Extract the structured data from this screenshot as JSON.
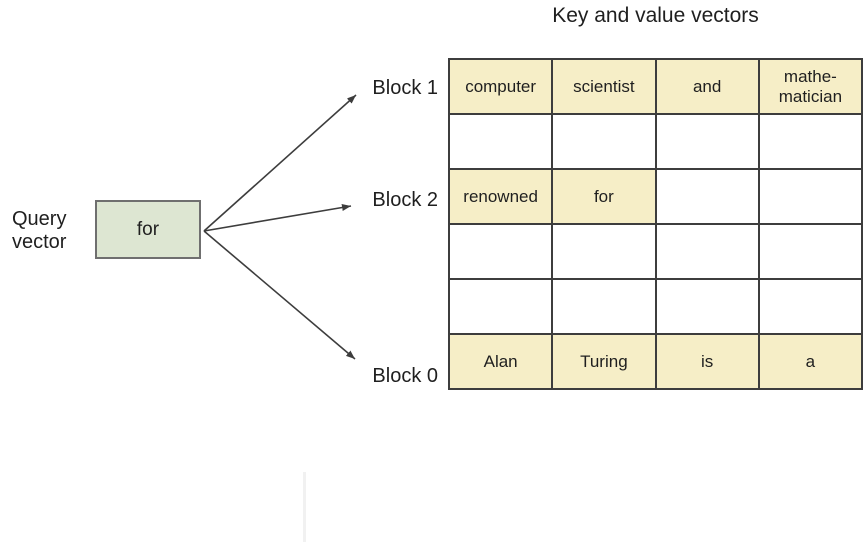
{
  "title": "Key and value vectors",
  "query": {
    "label": "Query vector",
    "value": "for"
  },
  "block_labels": [
    {
      "label": "Block 1"
    },
    {
      "label": "Block 2"
    },
    {
      "label": "Block 0"
    }
  ],
  "table": {
    "rows": [
      {
        "cells": [
          "computer",
          "scientist",
          "and",
          "mathe-matician"
        ],
        "highlight_cols": [
          0,
          1,
          2,
          3
        ]
      },
      {
        "cells": [
          "",
          "",
          "",
          ""
        ],
        "highlight_cols": []
      },
      {
        "cells": [
          "renowned",
          "for",
          "",
          ""
        ],
        "highlight_cols": [
          0,
          1
        ]
      },
      {
        "cells": [
          "",
          "",
          "",
          ""
        ],
        "highlight_cols": []
      },
      {
        "cells": [
          "",
          "",
          "",
          ""
        ],
        "highlight_cols": []
      },
      {
        "cells": [
          "Alan",
          "Turing",
          "is",
          "a"
        ],
        "highlight_cols": [
          0,
          1,
          2,
          3
        ]
      }
    ]
  },
  "colors": {
    "highlight_yellow": "#f6eec7",
    "query_green": "#dde6d2",
    "border_dark": "#3d3d3d"
  }
}
